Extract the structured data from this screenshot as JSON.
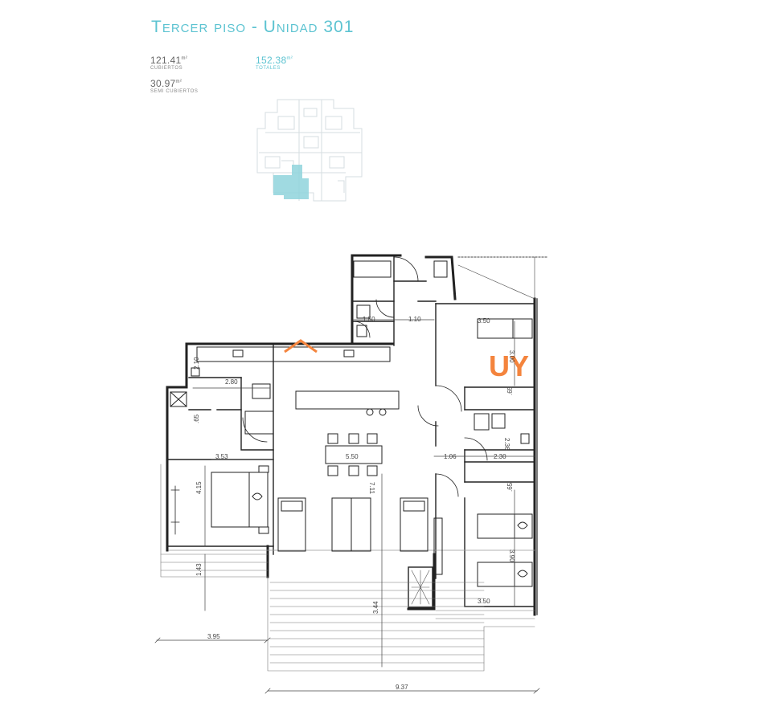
{
  "header": {
    "title": "Tercer piso - Unidad 301"
  },
  "areas": {
    "cubiertos": {
      "value": "121.41",
      "unit": "m²",
      "label": "Cubiertos"
    },
    "totales": {
      "value": "152.38",
      "unit": "m²",
      "label": "Totales"
    },
    "semi_cubiertos": {
      "value": "30.97",
      "unit": "m²",
      "label": "Semi cubiertos"
    }
  },
  "watermark": {
    "text": "UY"
  },
  "colors": {
    "accent": "#5cc3d1",
    "highlight": "#8fd3dc",
    "wall": "#222222",
    "watermark": "#f4843d"
  },
  "dimensions": {
    "d_1_50": "1.50",
    "d_1_10": "1.10",
    "d_3_50_top": "3.50",
    "d_3_00": "3.00",
    "d_2_10": "2.10",
    "d_2_80": "2.80",
    "d_65_a": ".65",
    "d_65_b": ".65",
    "d_65_c": ".65",
    "d_3_53": "3.53",
    "d_5_50": "5.50",
    "d_1_06": "1.06",
    "d_2_30": "2.30",
    "d_2_36": "2.36",
    "d_4_15": "4.15",
    "d_7_11": "7.11",
    "d_3_90": "3.90",
    "d_1_43": "1.43",
    "d_3_50_bottom": "3.50",
    "d_3_44": "3.44",
    "d_3_95": "3.95",
    "d_9_37": "9.37"
  }
}
